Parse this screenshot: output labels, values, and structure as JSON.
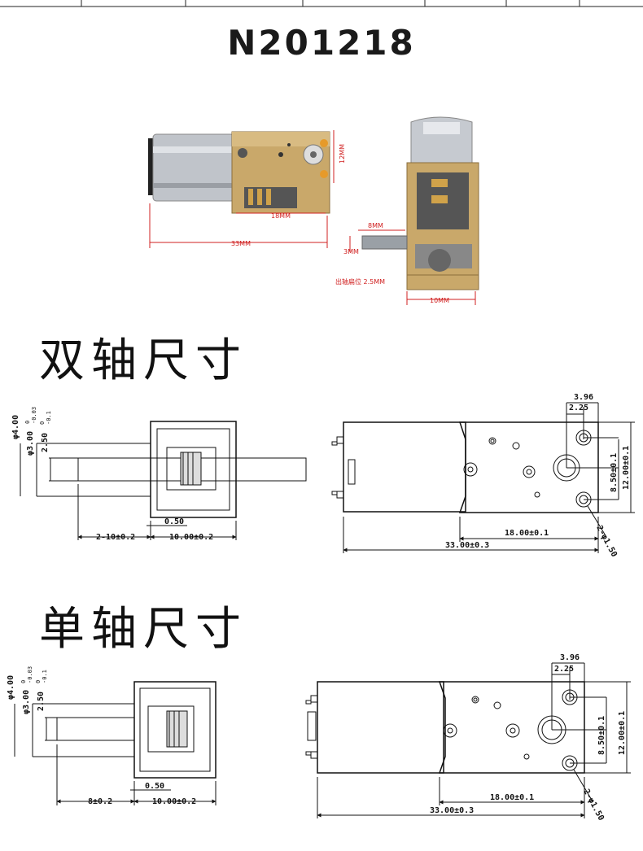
{
  "title": "N201218",
  "photo_labels": {
    "gear_height": "12MM",
    "gearbox_length": "18MM",
    "total_length": "33MM",
    "shaft_length": "8MM",
    "shaft_dia": "3MM",
    "shaft_flat": "出轴扁位 2.5MM",
    "gearbox_width": "10MM"
  },
  "sections": {
    "double": {
      "title": "双轴尺寸",
      "side": {
        "d1": "φ4.00",
        "d2": "φ3.00",
        "d2_tol_upper": "0",
        "d2_tol_lower": "-0.03",
        "d3": "2.50",
        "d3_tol_upper": "0",
        "d3_tol_lower": "-0.1",
        "shaft_len": "2-10±0.2",
        "box_len": "10.00±0.2",
        "gap": "0.50"
      },
      "front": {
        "dim_a": "3.96",
        "dim_b": "2.25",
        "dim_c": "8.50±0.1",
        "dim_d": "12.00±0.1",
        "dim_e": "18.00±0.1",
        "dim_f": "33.00±0.3",
        "holes": "2-φ1.50"
      }
    },
    "single": {
      "title": "单轴尺寸",
      "side": {
        "d1": "φ4.00",
        "d2": "φ3.00",
        "d2_tol_upper": "0",
        "d2_tol_lower": "-0.03",
        "d3": "2.50",
        "d3_tol_upper": "0",
        "d3_tol_lower": "-0.1",
        "shaft_len": "8±0.2",
        "box_len": "10.00±0.2",
        "gap": "0.50"
      },
      "front": {
        "dim_a": "3.96",
        "dim_b": "2.25",
        "dim_c": "8.50±0.1",
        "dim_d": "12.00±0.1",
        "dim_e": "18.00±0.1",
        "dim_f": "33.00±0.3",
        "holes": "2-φ1.50"
      }
    }
  },
  "colors": {
    "line": "#111111",
    "dimension_red": "#d02020",
    "gold": "#c9a86a",
    "silver": "#b8bcc2"
  }
}
